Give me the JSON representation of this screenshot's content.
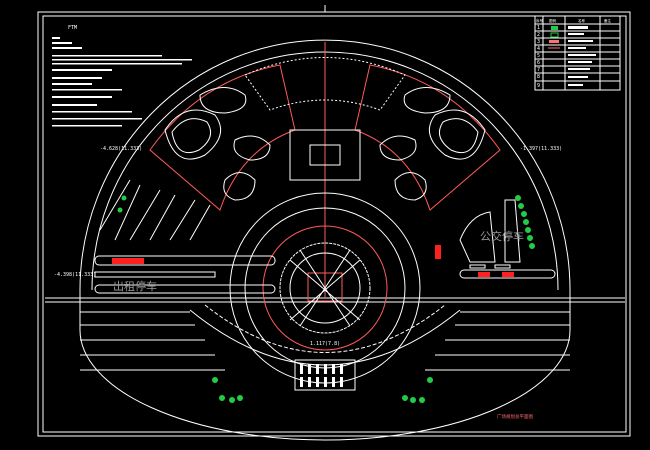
{
  "drawing": {
    "notes_title": "FTM",
    "labels": {
      "taxi_parking": "出租停车",
      "bus_parking": "公交停车",
      "elev_left_upper": "-4.628(11.333)",
      "elev_right": "-1.397(11.333)",
      "elev_left_lower": "-4.398(11.333)",
      "elev_center": "1.117(7.8)",
      "bottom_note": "广场规划总平面图"
    },
    "legend": {
      "headers": [
        "序号",
        "图例",
        "名称",
        "备注"
      ],
      "rows": [
        "1",
        "2",
        "3",
        "4",
        "5",
        "6",
        "7",
        "8",
        "9"
      ]
    },
    "colors": {
      "background": "#000000",
      "line": "#ffffff",
      "accent": "#ff5a5a",
      "tree": "#22cc44"
    }
  }
}
